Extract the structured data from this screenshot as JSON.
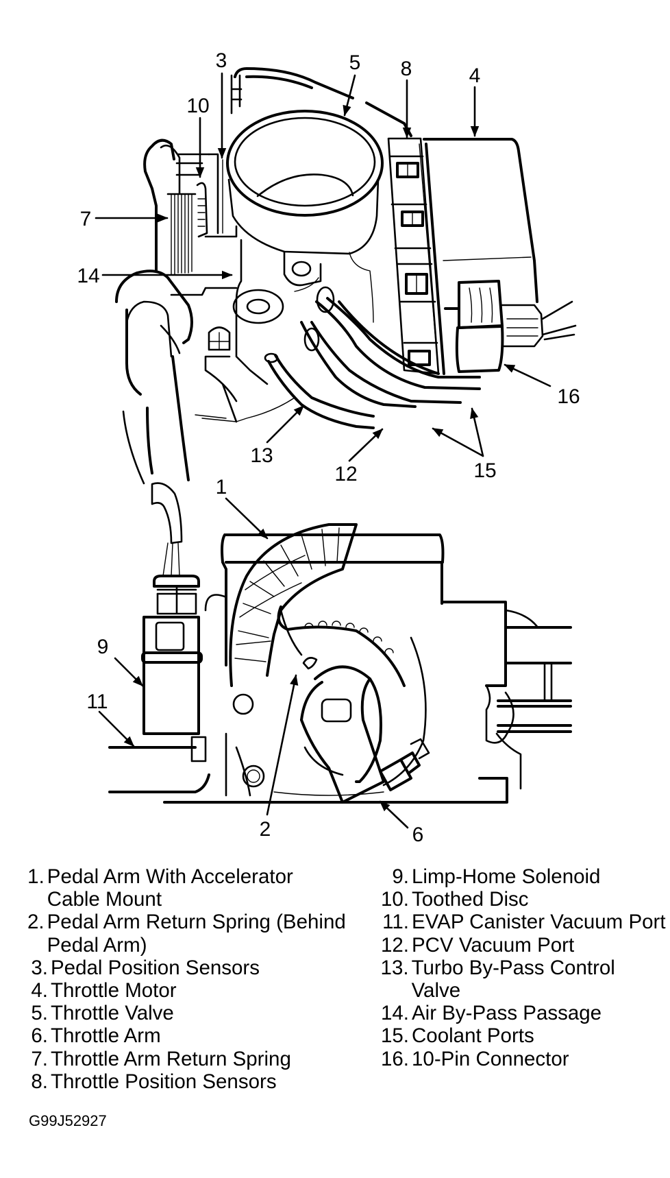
{
  "figure": {
    "title": "Electronic Throttle Body Components",
    "code": "G99J52927"
  },
  "callouts": [
    {
      "id": "1",
      "label": "1"
    },
    {
      "id": "2",
      "label": "2"
    },
    {
      "id": "3",
      "label": "3"
    },
    {
      "id": "4",
      "label": "4"
    },
    {
      "id": "5",
      "label": "5"
    },
    {
      "id": "6",
      "label": "6"
    },
    {
      "id": "7",
      "label": "7"
    },
    {
      "id": "8",
      "label": "8"
    },
    {
      "id": "9",
      "label": "9"
    },
    {
      "id": "10",
      "label": "10"
    },
    {
      "id": "11",
      "label": "11"
    },
    {
      "id": "12",
      "label": "12"
    },
    {
      "id": "13",
      "label": "13"
    },
    {
      "id": "14",
      "label": "14"
    },
    {
      "id": "15",
      "label": "15"
    },
    {
      "id": "16",
      "label": "16"
    }
  ],
  "legend": {
    "left": [
      {
        "num": "1.",
        "text": "Pedal Arm With Accelerator Cable Mount"
      },
      {
        "num": "2.",
        "text": "Pedal Arm Return Spring (Behind Pedal Arm)"
      },
      {
        "num": "3.",
        "text": "Pedal Position Sensors"
      },
      {
        "num": "4.",
        "text": "Throttle Motor"
      },
      {
        "num": "5.",
        "text": "Throttle Valve"
      },
      {
        "num": "6.",
        "text": "Throttle Arm"
      },
      {
        "num": "7.",
        "text": "Throttle Arm Return Spring"
      },
      {
        "num": "8.",
        "text": "Throttle Position Sensors"
      }
    ],
    "right": [
      {
        "num": "9.",
        "text": "Limp-Home Solenoid"
      },
      {
        "num": "10.",
        "text": "Toothed Disc"
      },
      {
        "num": "11.",
        "text": "EVAP Canister Vacuum Port"
      },
      {
        "num": "12.",
        "text": "PCV Vacuum Port"
      },
      {
        "num": "13.",
        "text": "Turbo By-Pass Control Valve"
      },
      {
        "num": "14.",
        "text": "Air By-Pass Passage"
      },
      {
        "num": "15.",
        "text": "Coolant Ports"
      },
      {
        "num": "16.",
        "text": "10-Pin Connector"
      }
    ]
  }
}
